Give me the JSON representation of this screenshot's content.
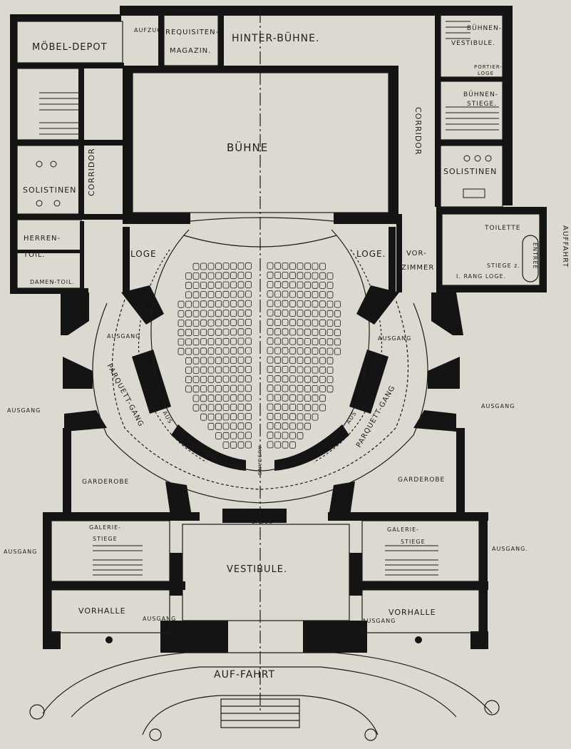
{
  "colors": {
    "paper": "#dcdad0",
    "ink": "#1a1a1a",
    "wall": "#141414"
  },
  "labels": {
    "moebel_depot": "MÖBEL-DEPOT",
    "aufzug": "AUFZUG",
    "requisiten_1": "REQUISITEN-",
    "requisiten_2": "MAGAZIN.",
    "hinter_buehne": "HINTER-BÜHNE.",
    "buehnen_vestibule_1": "BÜHNEN-",
    "buehnen_vestibule_2": "VESTIBULE.",
    "portier_1": "PORTIER-",
    "portier_2": "LOGE",
    "buehnen_stiege_1": "BÜHNEN-",
    "buehnen_stiege_2": "STIEGE.",
    "buehne": "BÜHNE",
    "corridor_left": "CORRIDOR",
    "corridor_right": "CORRIDOR",
    "solistinen_left": "SOLISTINEN",
    "solistinen_right": "SOLISTINEN",
    "herren_toil_1": "HERREN-",
    "herren_toil_2": "TOIL.",
    "damen_toil": "DAMEN-TOIL.",
    "loge_left": "LOGE",
    "loge_right": "LOGE.",
    "vorzimmer_1": "VOR-",
    "vorzimmer_2": "ZIMMER",
    "toilette": "TOILETTE",
    "stiege_rang_1": "STIEGE z.",
    "stiege_rang_2": "I. RANG LOGE.",
    "entree": "ENTREE",
    "auffahrt_side": "AUFFAHRT",
    "ausgang_inner_left": "AUSGANG",
    "ausgang_inner_right": "AUSGANG",
    "parquett_gang_left": "PARQUETT-GANG",
    "parquett_gang_right": "PARQUETT-GANG",
    "aus_left": "AUS",
    "aus_right": "AUS",
    "ausgang_center": "AUSGANG",
    "ausgang_outer_left": "AUSGANG",
    "ausgang_outer_right": "AUSGANG",
    "garderobe_left": "GARDEROBE",
    "garderobe_right": "GARDEROBE",
    "casse": "CASSE",
    "galerie_stiege_left_1": "GALERIE-",
    "galerie_stiege_left_2": "STIEGE",
    "galerie_stiege_right_1": "GALERIE-",
    "galerie_stiege_right_2": "STIEGE",
    "ausgang_lower_left": "AUSGANG",
    "ausgang_lower_right": "AUSGANG.",
    "vestibule": "VESTIBULE.",
    "vorhalle_left": "VORHALLE",
    "vorhalle_right": "VORHALLE",
    "ausgang_vorhalle_left": "AUSGANG",
    "ausgang_vorhalle_right": "AUSGANG",
    "auffahrt_front": "AUF-FAHRT"
  }
}
